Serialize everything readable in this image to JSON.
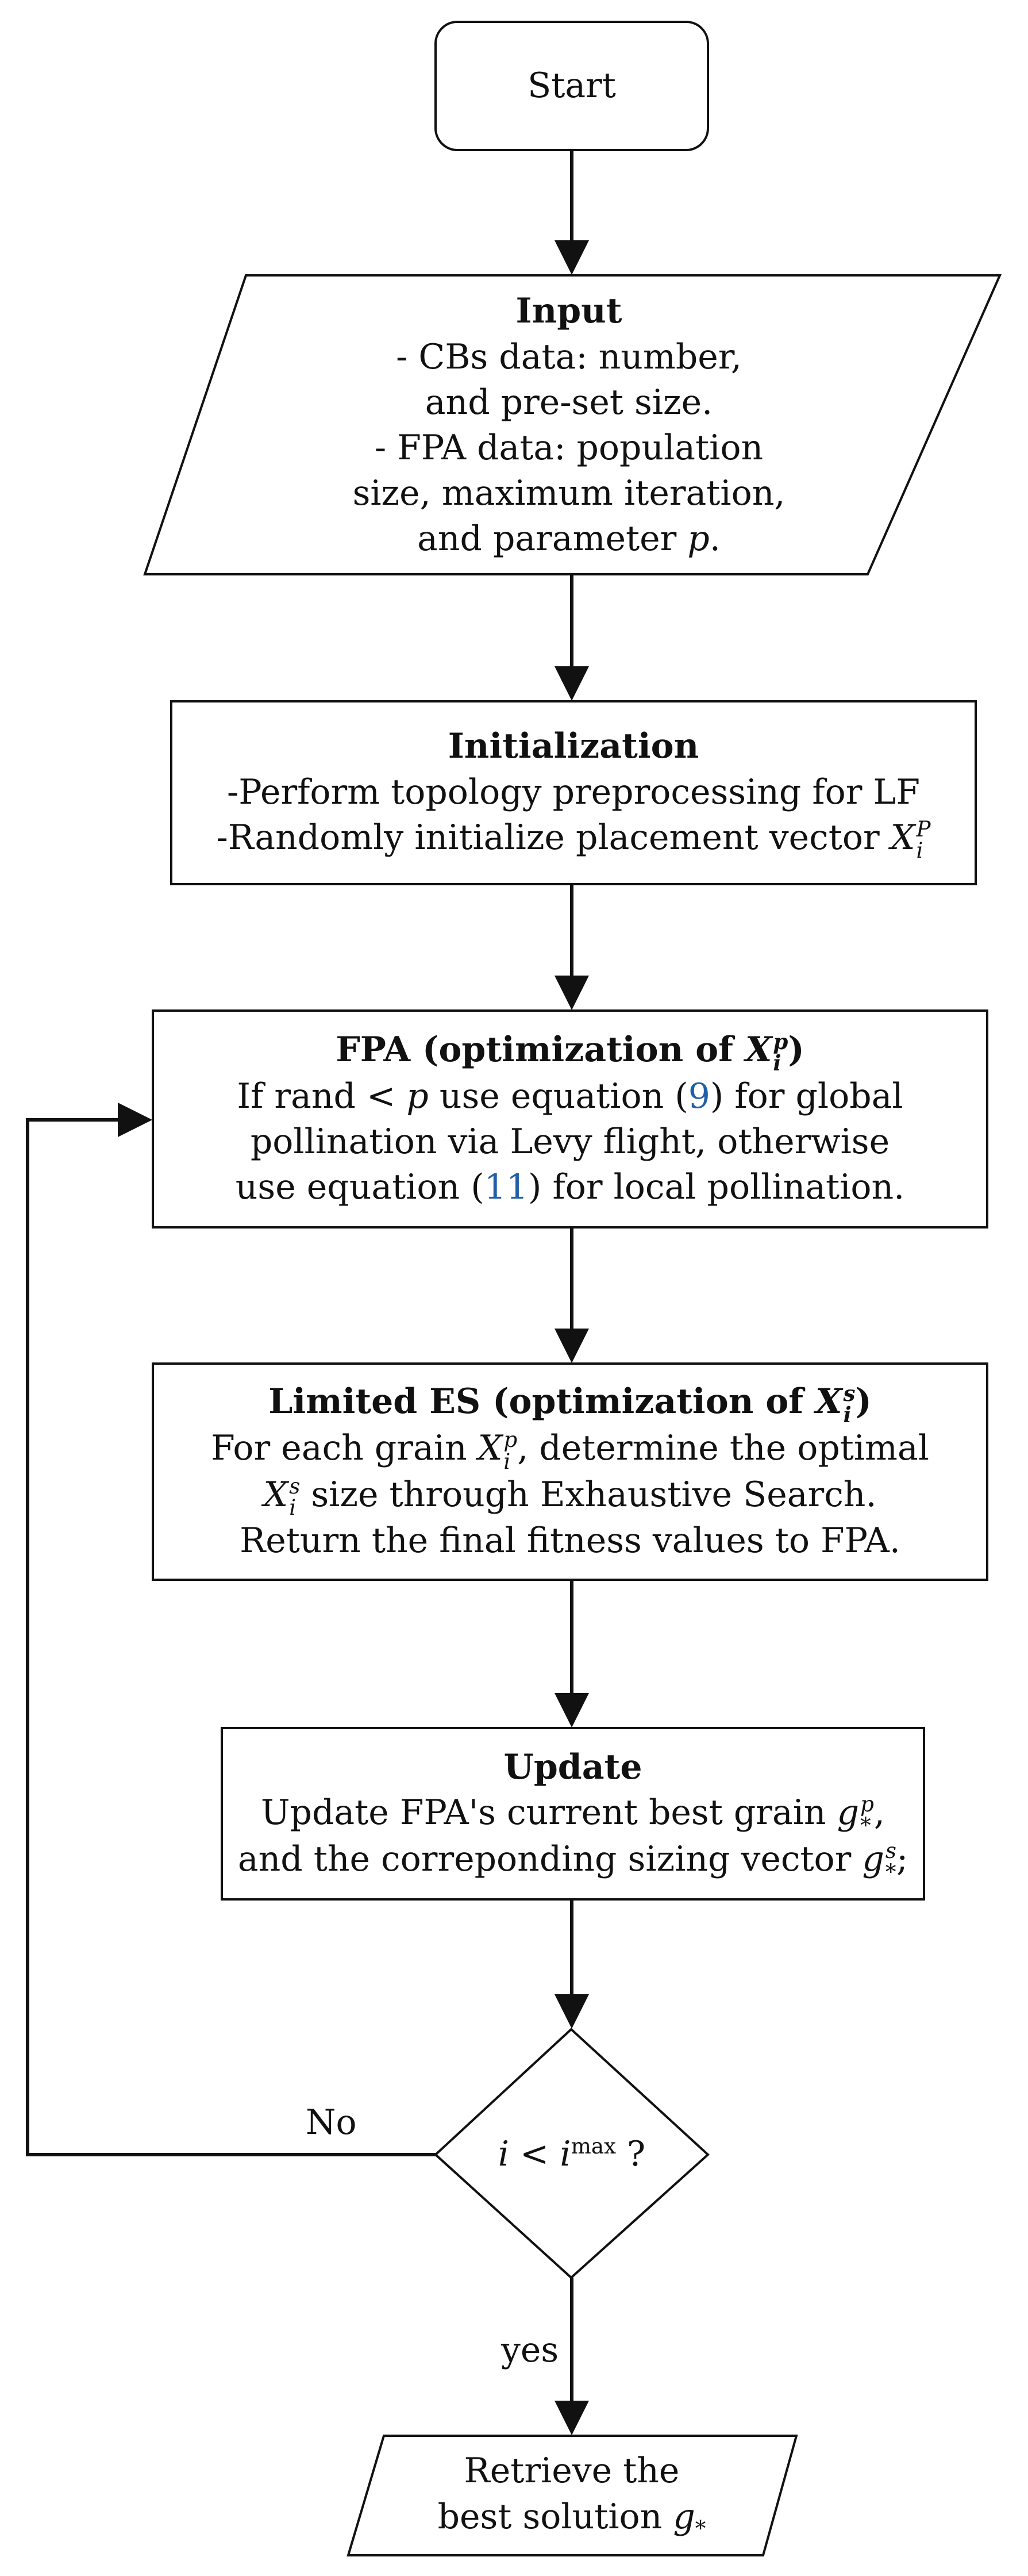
{
  "flowchart": {
    "start": {
      "label": "Start"
    },
    "input": {
      "title": "Input",
      "lines": [
        "- CBs data: number,",
        "and pre-set size.",
        "- FPA data: population",
        "size, maximum iteration,"
      ],
      "last_line_prefix": "and parameter ",
      "last_line_var": "p",
      "last_line_suffix": "."
    },
    "initialization": {
      "title": "Initialization",
      "line1": "-Perform topology preprocessing for LF",
      "line2_prefix": "-Randomly initialize placement vector ",
      "line2_var": "X",
      "line2_sup": "P",
      "line2_sub": "i"
    },
    "fpa": {
      "title_prefix": "FPA (optimization of ",
      "title_var": "X",
      "title_sup": "p",
      "title_sub": "i",
      "title_suffix": ")",
      "line1_a": "If rand < ",
      "line1_var": "p",
      "line1_b": " use equation (",
      "line1_ref": "9",
      "line1_c": ") for global",
      "line2": "pollination via Levy flight, otherwise",
      "line3_a": "use equation (",
      "line3_ref": "11",
      "line3_b": ") for local pollination."
    },
    "limited_es": {
      "title_prefix": "Limited ES (optimization of ",
      "title_var": "X",
      "title_sup": "s",
      "title_sub": "i",
      "title_suffix": ")",
      "line1_a": "For each grain ",
      "line1_var": "X",
      "line1_sup": "p",
      "line1_sub": "i",
      "line1_b": ", determine the optimal",
      "line2_var": "X",
      "line2_sup": "s",
      "line2_sub": "i",
      "line2_b": " size through Exhaustive Search.",
      "line3": "Return the final fitness values to FPA."
    },
    "update": {
      "title": "Update",
      "line1_a": "Update FPA's current best grain ",
      "line1_var": "g",
      "line1_sup": "p",
      "line1_sub": "*",
      "line1_b": ",",
      "line2_a": "and the correponding sizing vector ",
      "line2_var": "g",
      "line2_sup": "s",
      "line2_sub": "*",
      "line2_b": ";"
    },
    "decision": {
      "var": "i",
      "op": " < ",
      "var2": "i",
      "sup": "max",
      "suffix": " ?"
    },
    "output": {
      "line1": "Retrieve the",
      "line2_prefix": "best solution ",
      "line2_var": "g",
      "line2_sub": "*"
    },
    "edge_labels": {
      "no": "No",
      "yes": "yes"
    }
  }
}
